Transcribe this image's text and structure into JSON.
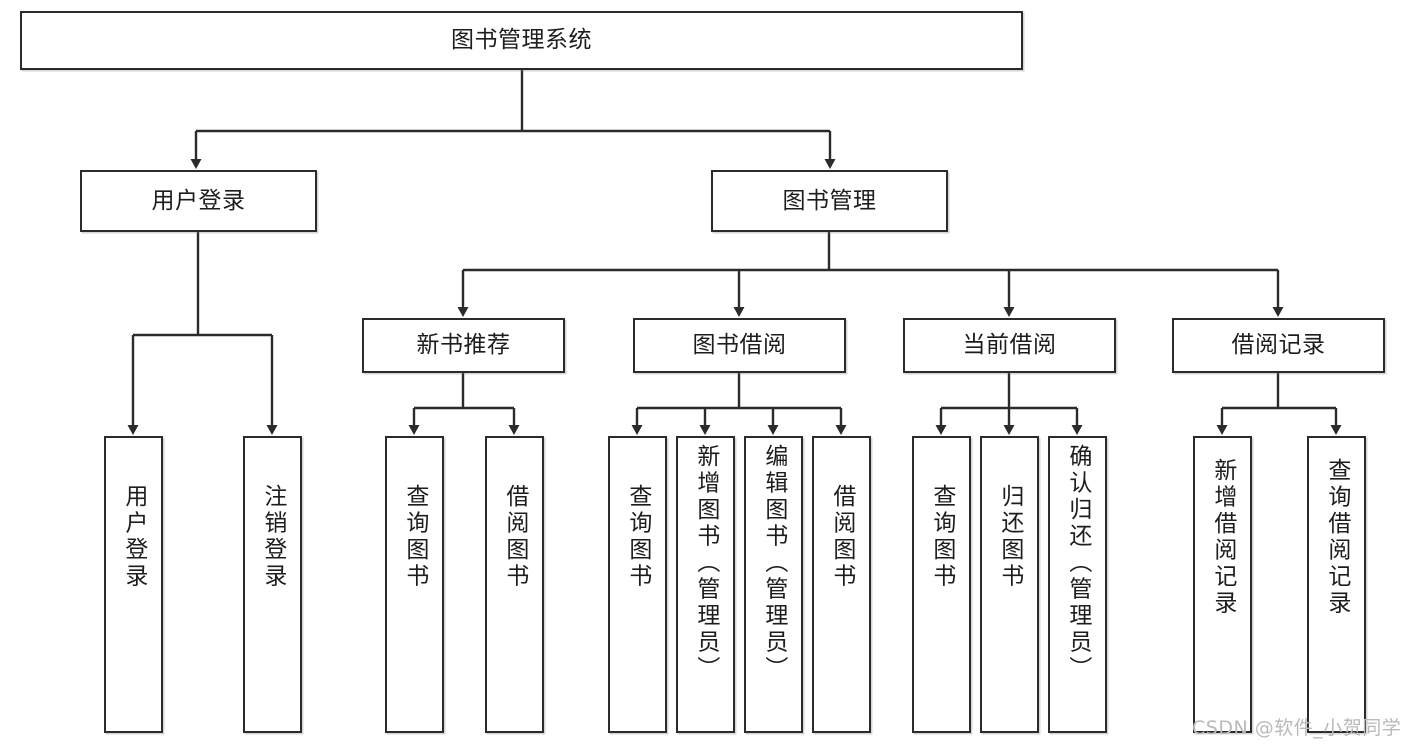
{
  "diagram": {
    "type": "tree-hierarchy-chart",
    "title": "图书管理系统",
    "watermark": "CSDN @软件_小贺同学",
    "colors": {
      "stroke": "#2b2b2b",
      "fill": "#ffffff",
      "text": "#1d1d1d",
      "watermark": "#b9b9b9"
    },
    "root": {
      "label": "图书管理系统"
    },
    "level2": [
      {
        "label": "用户登录"
      },
      {
        "label": "图书管理"
      }
    ],
    "level3": [
      {
        "label": "新书推荐"
      },
      {
        "label": "图书借阅"
      },
      {
        "label": "当前借阅"
      },
      {
        "label": "借阅记录"
      }
    ],
    "leaves": {
      "user_login": [
        {
          "label": "用户登录"
        },
        {
          "label": "注销登录"
        }
      ],
      "new_book_recommend": [
        {
          "label": "查询图书"
        },
        {
          "label": "借阅图书"
        }
      ],
      "book_borrow": [
        {
          "label": "查询图书"
        },
        {
          "label": "新增图书（管理员）"
        },
        {
          "label": "编辑图书（管理员）"
        },
        {
          "label": "借阅图书"
        }
      ],
      "current_borrow": [
        {
          "label": "查询图书"
        },
        {
          "label": "归还图书"
        },
        {
          "label": "确认归还（管理员）"
        }
      ],
      "borrow_record": [
        {
          "label": "新增借阅记录"
        },
        {
          "label": "查询借阅记录"
        }
      ]
    }
  }
}
